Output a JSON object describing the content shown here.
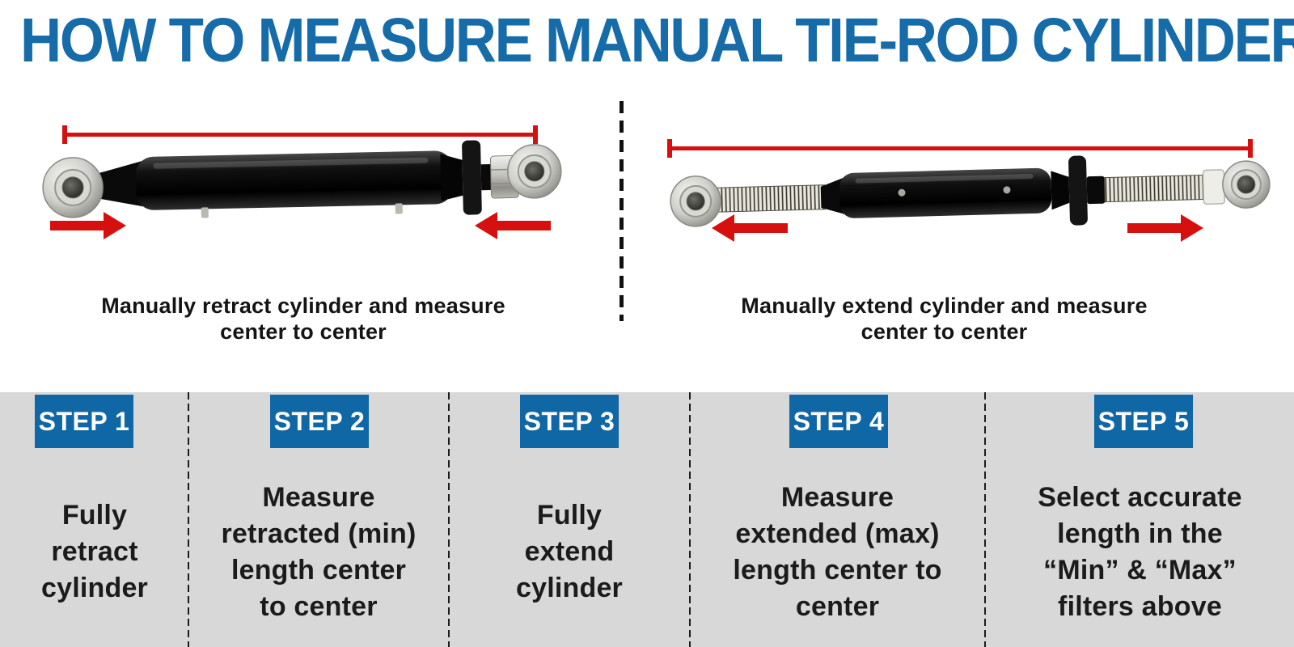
{
  "title": "HOW TO MEASURE MANUAL TIE-ROD CYLINDERS",
  "colors": {
    "title_blue": "#166BA9",
    "badge_blue": "#0F67A5",
    "measure_red": "#D6100F",
    "band_gray": "#D8D8D8",
    "text_dark": "#1B1B1B"
  },
  "figures": {
    "retracted": {
      "image": "manual-tie-rod-cylinder-retracted",
      "arrows": "inward",
      "caption_lines": [
        "Manually retract cylinder and measure",
        "center to center"
      ]
    },
    "extended": {
      "image": "manual-tie-rod-cylinder-extended",
      "arrows": "outward",
      "caption_lines": [
        "Manually extend cylinder and measure",
        "center to center"
      ]
    }
  },
  "steps": [
    {
      "badge": "STEP 1",
      "lines": [
        "Fully",
        "retract",
        "cylinder"
      ]
    },
    {
      "badge": "STEP 2",
      "lines": [
        "Measure",
        "retracted (min)",
        "length center",
        "to center"
      ]
    },
    {
      "badge": "STEP 3",
      "lines": [
        "Fully",
        "extend",
        "cylinder"
      ]
    },
    {
      "badge": "STEP 4",
      "lines": [
        "Measure",
        "extended (max)",
        "length center to",
        "center"
      ]
    },
    {
      "badge": "STEP 5",
      "lines": [
        "Select accurate",
        "length in the",
        "“Min” & “Max”",
        "filters above"
      ]
    }
  ]
}
